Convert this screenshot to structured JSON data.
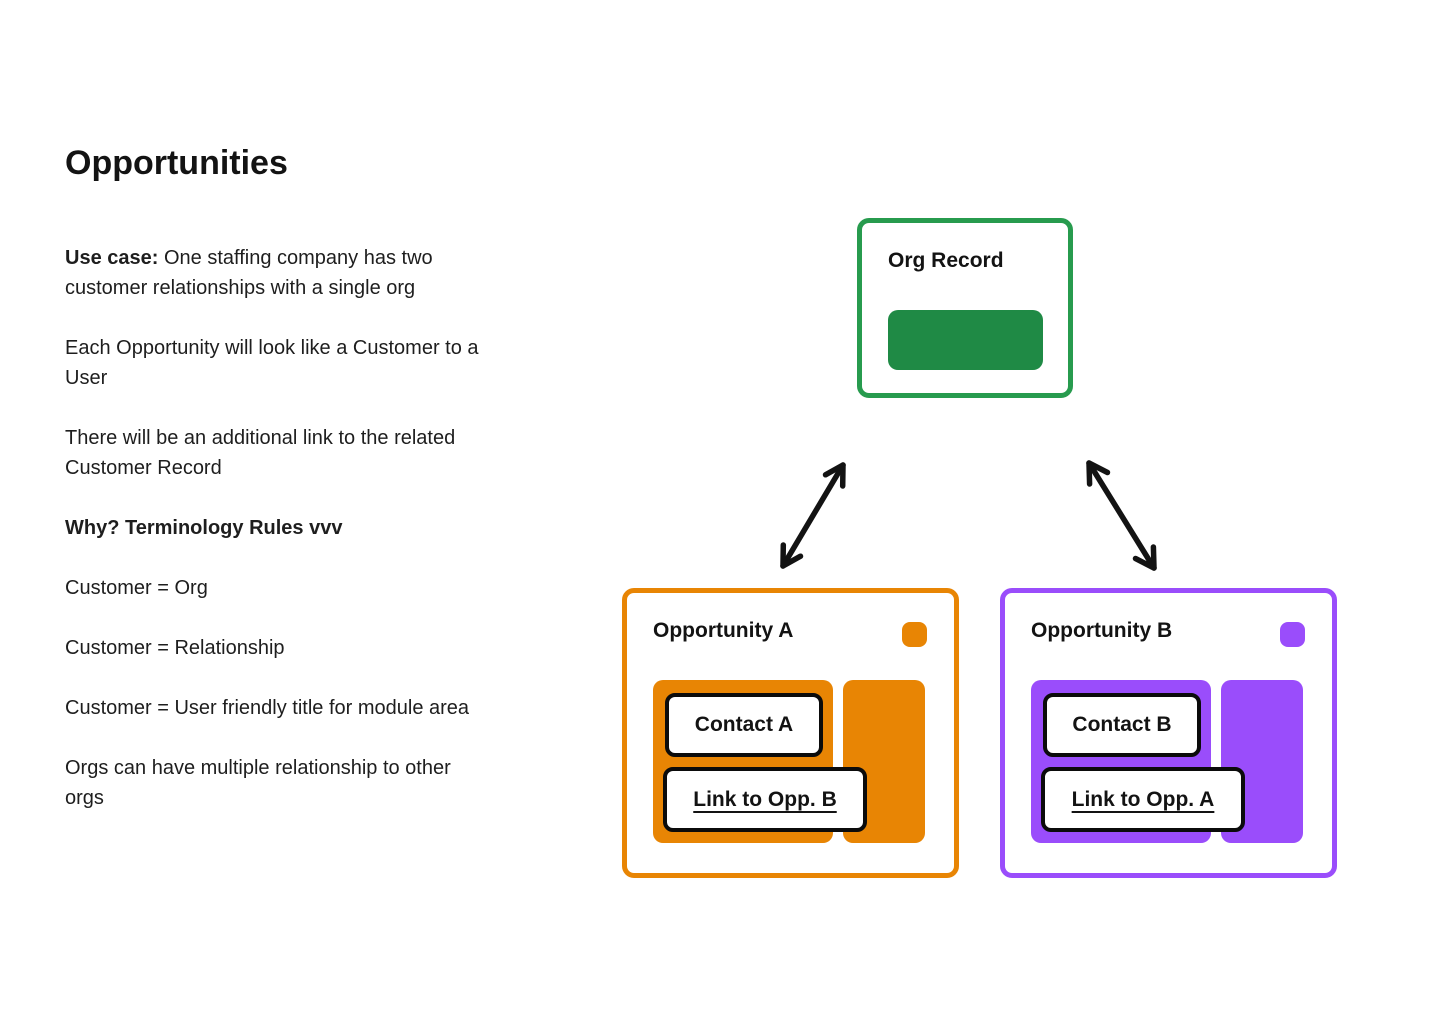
{
  "colors": {
    "green-border": "#279B4E",
    "green-fill": "#1F8A45",
    "orange": "#E88504",
    "purple": "#9A4DFB",
    "ink": "#131313",
    "text": "#1E1E1E"
  },
  "title": "Opportunities",
  "notes": [
    {
      "bold": "Use case:",
      "text": " One staffing company has two\ncustomer relationships with a single org"
    },
    {
      "bold": "",
      "text": "Each Opportunity will look like a Customer to a\nUser"
    },
    {
      "bold": "",
      "text": "There will be an additional link to the related\nCustomer Record"
    },
    {
      "bold": "Why? Terminology Rules vvv",
      "text": ""
    },
    {
      "bold": "",
      "text": "Customer = Org"
    },
    {
      "bold": "",
      "text": "Customer = Relationship"
    },
    {
      "bold": "",
      "text": "Customer = User friendly title for module area"
    },
    {
      "bold": "",
      "text": "Orgs can have multiple relationship to other\norgs"
    }
  ],
  "diagram": {
    "org_record": {
      "label": "Org Record"
    },
    "opportunity_a": {
      "label": "Opportunity A",
      "contact_label": "Contact A",
      "link_label": "Link to Opp. B"
    },
    "opportunity_b": {
      "label": "Opportunity B",
      "contact_label": "Contact B",
      "link_label": "Link to Opp. A"
    }
  }
}
